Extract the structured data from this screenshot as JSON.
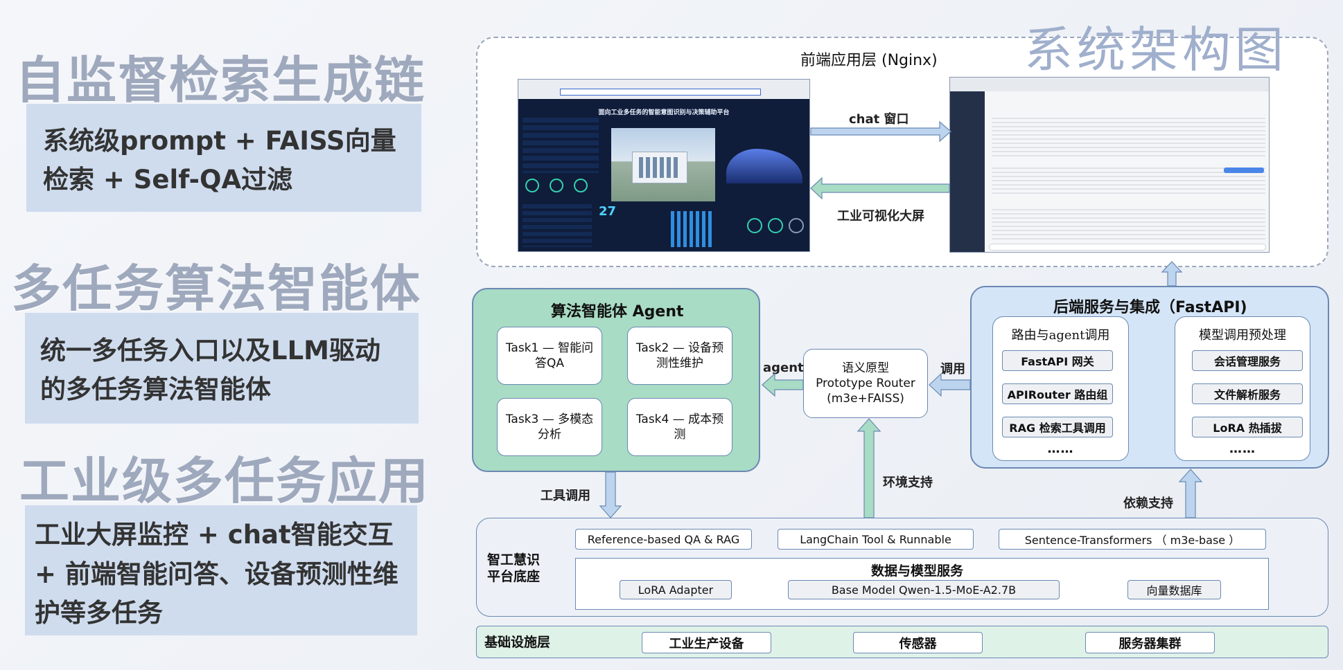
{
  "left": {
    "sections": [
      {
        "title": "自监督检索生成链",
        "lines": [
          "系统级prompt + FAISS向量",
          "检索 + Self-QA过滤"
        ]
      },
      {
        "title": "多任务算法智能体",
        "lines": [
          "统一多任务入口以及LLM驱动",
          "的多任务算法智能体"
        ]
      },
      {
        "title": "工业级多任务应用",
        "lines": [
          "工业大屏监控 + chat智能交互",
          "+ 前端智能问答、设备预测性维",
          "护等多任务"
        ]
      }
    ]
  },
  "diagram": {
    "title": "系统架构图",
    "frontend": {
      "title": "前端应用层 (Nginx)",
      "arrow_top": "chat 窗口",
      "arrow_bottom": "工业可视化大屏",
      "dashboard_title": "面向工业多任务的智能意图识别与决策辅助平台",
      "dashboard_number": "27"
    },
    "agent": {
      "title": "算法智能体 Agent",
      "tasks": [
        "Task1 — 智能问答QA",
        "Task2 — 设备预测性维护",
        "Task3 — 多模态分析",
        "Task4 — 成本预测"
      ]
    },
    "router": {
      "line1": "语义原型",
      "line2": "Prototype Router",
      "line3": "(m3e+FAISS)"
    },
    "labels": {
      "agent": "agent",
      "call": "调用",
      "tool_call": "工具调用",
      "env_support": "环境支持",
      "dep_support": "依赖支持"
    },
    "backend": {
      "title": "后端服务与集成（FastAPI)",
      "left": {
        "title": "路由与agent调用",
        "items": [
          "FastAPI 网关",
          "APIRouter 路由组",
          "RAG 检索工具调用"
        ],
        "more": "……"
      },
      "right": {
        "title": "模型调用预处理",
        "items": [
          "会话管理服务",
          "文件解析服务",
          "LoRA 热插拔"
        ],
        "more": "……"
      }
    },
    "platform": {
      "label": "智工慧识 平台底座",
      "label_line1": "智工慧识",
      "label_line2": "平台底座",
      "top_items": [
        "Reference-based QA & RAG",
        "LangChain Tool & Runnable",
        "Sentence-Transformers （ m3e-base ）"
      ],
      "data_model": {
        "title": "数据与模型服务",
        "items": [
          "LoRA Adapter",
          "Base Model Qwen-1.5-MoE-A2.7B",
          "向量数据库"
        ]
      }
    },
    "infra": {
      "label": "基础设施层",
      "items": [
        "工业生产设备",
        "传感器",
        "服务器集群"
      ]
    }
  },
  "colors": {
    "green_panel": "#a8dcc4",
    "blue_panel": "#d4e5f7",
    "arrow_blue": "#bcd4ee",
    "arrow_green": "#a8dcc4",
    "border": "#6a88b3",
    "title_gray": "#9fa9bd"
  }
}
